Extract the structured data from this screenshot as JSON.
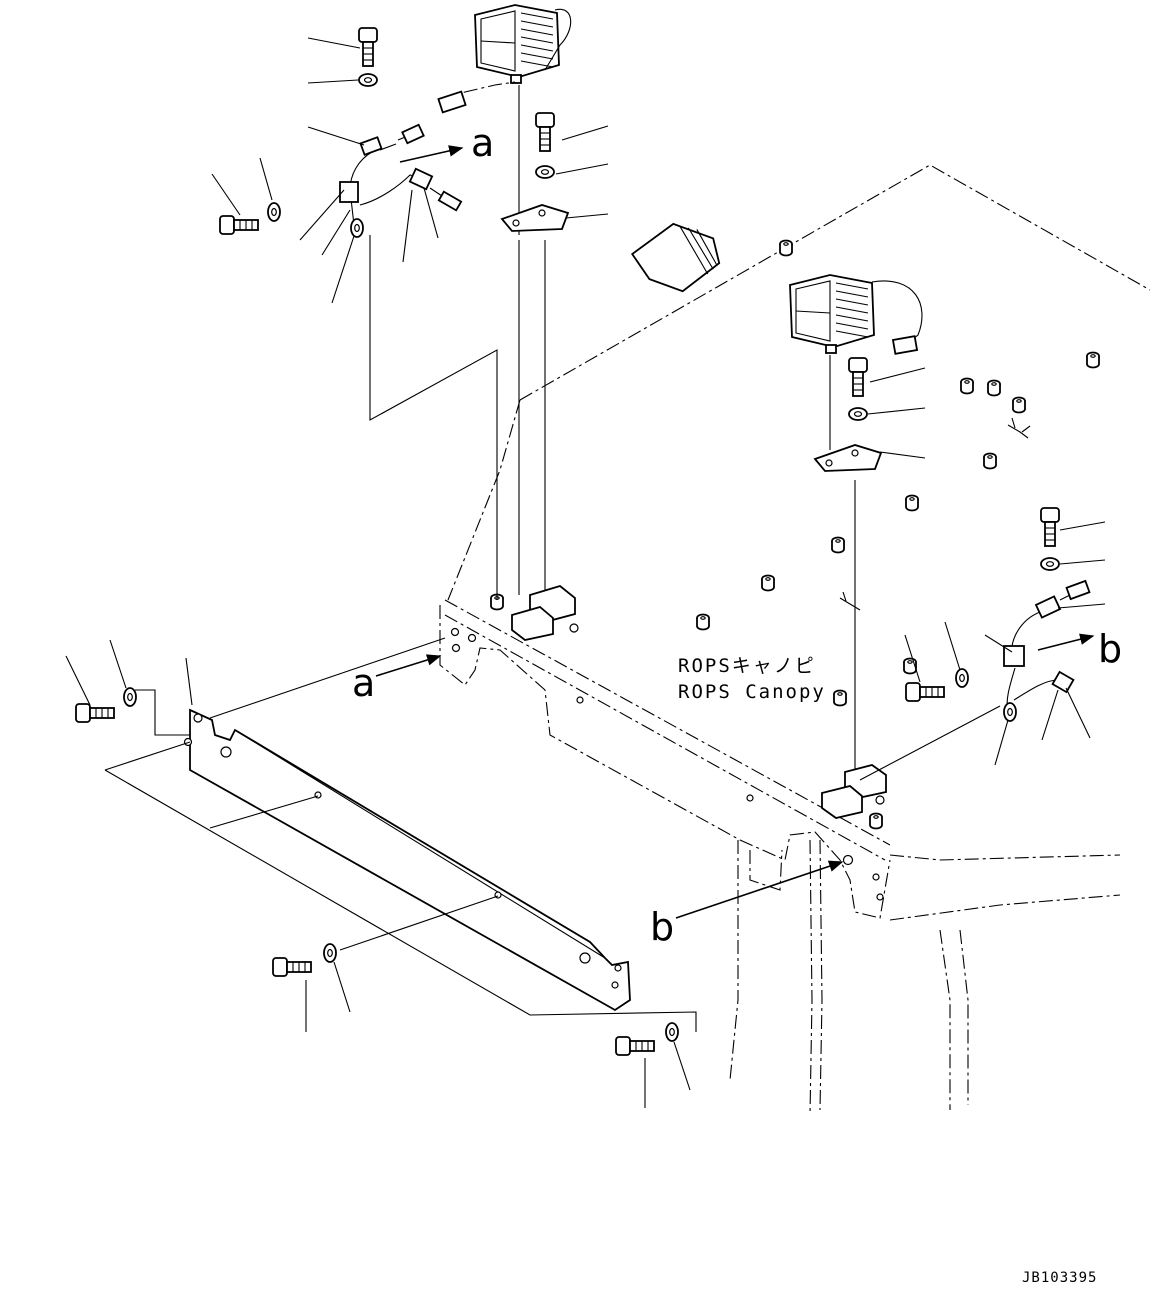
{
  "diagram": {
    "callout_a": "a",
    "callout_b": "b",
    "canopy_label_jp": "ROPSキャノピ",
    "canopy_label_en": "ROPS Canopy",
    "drawing_code": "JB103395"
  },
  "icons": {
    "work_lamp": "work-lamp-icon",
    "bolt": "bolt-icon",
    "washer": "washer-icon",
    "bracket": "lamp-bracket-icon",
    "clamp": "harness-clamp-icon",
    "connector": "connector-icon"
  }
}
